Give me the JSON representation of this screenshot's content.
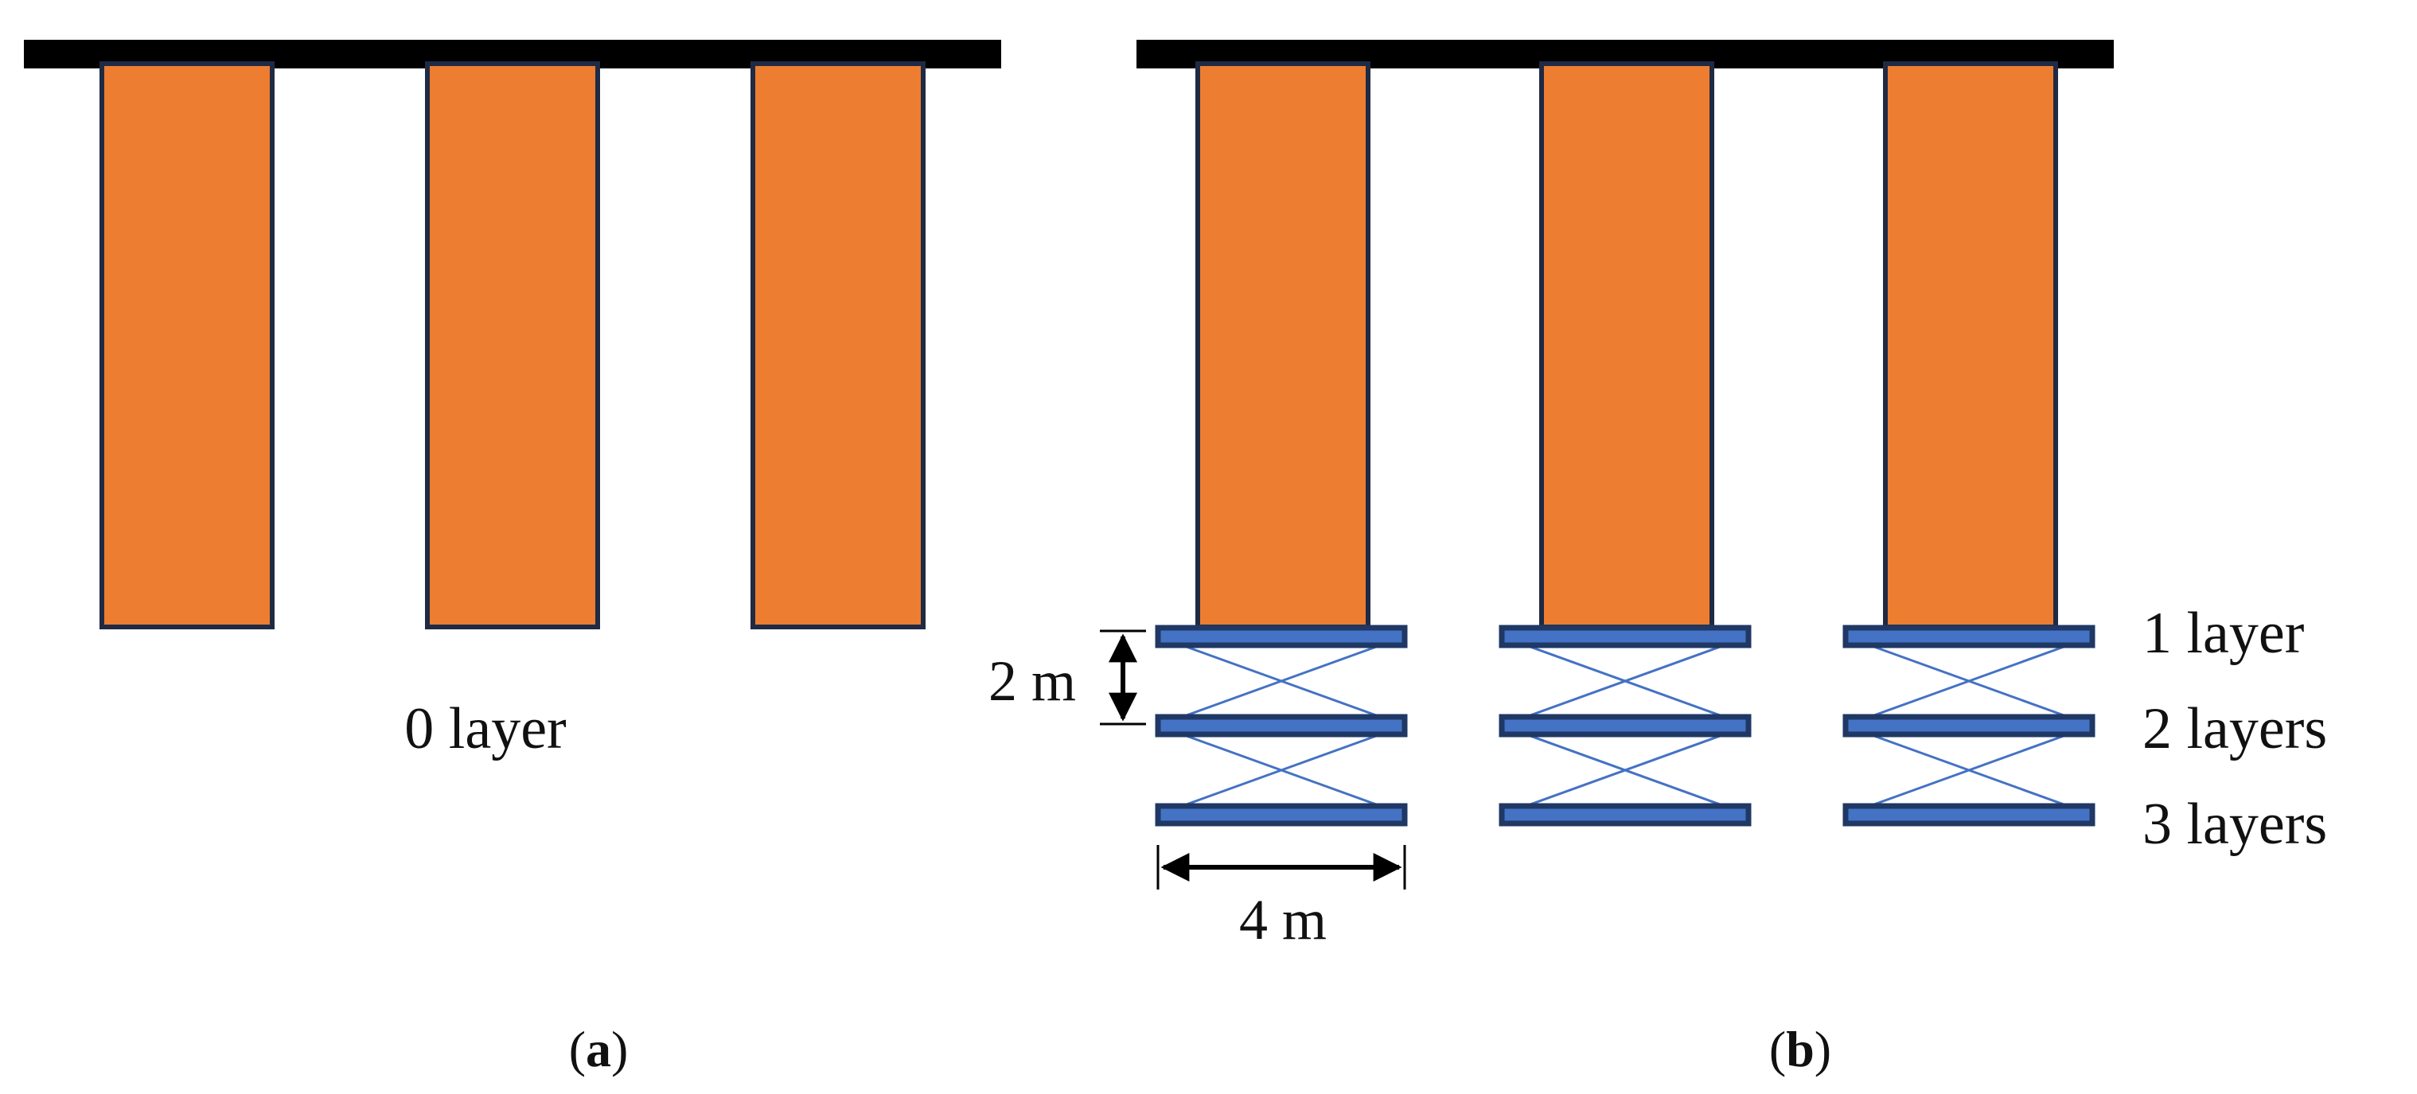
{
  "colors": {
    "beam": "#000000",
    "pile_fill": "#ED7D31",
    "pile_stroke": "#1F2A44",
    "plate_fill": "#4472C4",
    "plate_stroke": "#1F3864",
    "brace": "#4472C4",
    "text": "#111111"
  },
  "panel_a": {
    "caption_open": "(",
    "caption_letter": "a",
    "caption_close": ")",
    "layer_label": "0 layer",
    "pile_count": 3
  },
  "panel_b": {
    "caption_open": "(",
    "caption_letter": "b",
    "caption_close": ")",
    "pile_count": 3,
    "layer_labels": [
      "1 layer",
      "2 layers",
      "3 layers"
    ],
    "dim_vertical": "2 m",
    "dim_horizontal": "4 m"
  }
}
